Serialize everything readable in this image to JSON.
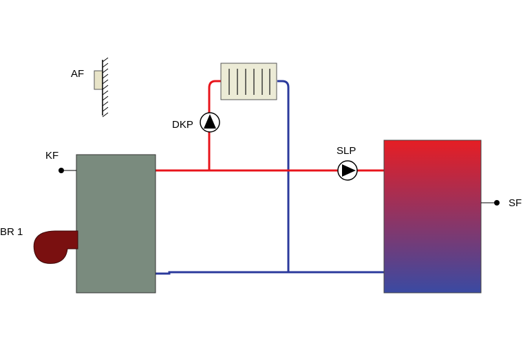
{
  "labels": {
    "outdoor_sensor": "AF",
    "boiler_sensor": "KF",
    "burner": "BR 1",
    "heating_pump": "DKP",
    "storage_pump": "SLP",
    "storage_sensor": "SF"
  },
  "colors": {
    "flow_pipe": "#e8141b",
    "return_pipe": "#2b3a9c",
    "boiler": "#7a8b7e",
    "burner": "#7a1010",
    "tank_top": "#e61e24",
    "tank_bottom": "#3a4aa2",
    "radiator": "#ecebd6",
    "sensor_wall": "#e8e4c8"
  },
  "icons": {
    "heating_pump": "pump-icon",
    "storage_pump": "pump-icon",
    "radiator": "radiator-icon",
    "outdoor_sensor": "wall-sensor-icon",
    "burner": "burner-icon"
  }
}
